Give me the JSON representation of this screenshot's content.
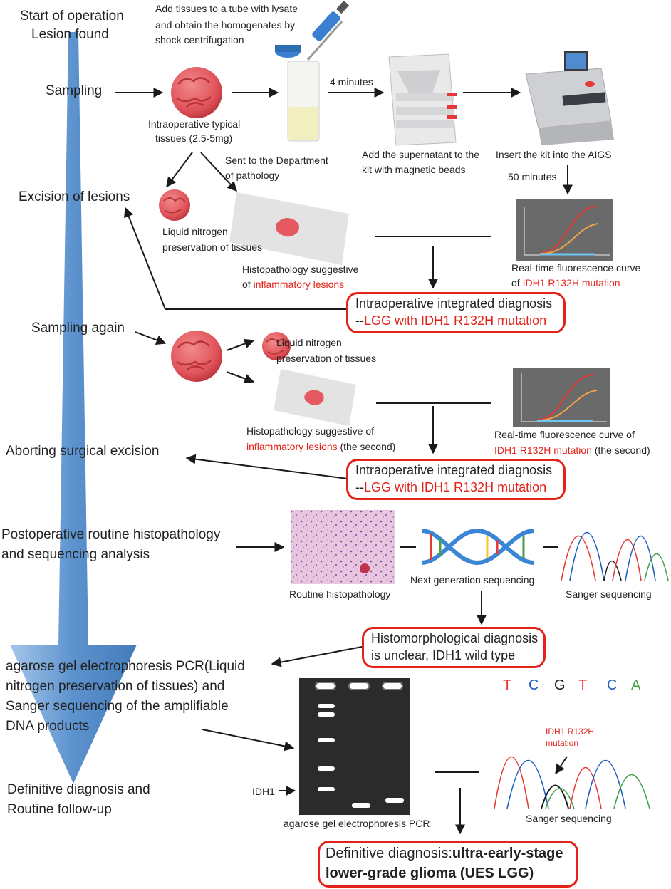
{
  "stages": {
    "start": "Start of operation",
    "lesion": "Lesion found",
    "sampling": "Sampling",
    "excision": "Excision of lesions",
    "sampling_again": "Sampling again",
    "aborting": "Aborting surgical excision",
    "postop_line1": "Postoperative routine histopathology",
    "postop_line2": "and sequencing analysis",
    "agarose_line1": "agarose gel electrophoresis PCR(Liquid",
    "agarose_line2": "nitrogen preservation of tissues) and",
    "agarose_line3": "Sanger sequencing of the amplifiable",
    "agarose_line4": "DNA products",
    "definitive_line1": "Definitive diagnosis and",
    "definitive_line2": "Routine follow-up"
  },
  "steps": {
    "add_tissues_line1": "Add tissues to a tube with lysate",
    "add_tissues_line2": "and obtain the homogenates by",
    "add_tissues_line3": "shock centrifugation",
    "four_minutes": "4 minutes",
    "tissue_line1": "Intraoperative typical",
    "tissue_line2": "tissues (2.5-5mg)",
    "sent_line1": "Sent to the Department",
    "sent_line2": "of pathology",
    "supernatant_line1": "Add the supernatant to the",
    "supernatant_line2": "kit with magnetic beads",
    "insert_kit": "Insert the kit into the AIGS",
    "fifty_minutes": "50 minutes",
    "ln_line1": "Liquid nitrogen",
    "ln_line2": "preservation of tissues",
    "histo1_line1": "Histopathology suggestive",
    "histo1_prefix": "of ",
    "histo1_red": "inflammatory lesions",
    "curve1_line1": "Real-time fluorescence curve",
    "curve1_prefix": "of ",
    "curve1_red": "IDH1 R132H mutation",
    "ln2_line1": "Liquid nitrogen",
    "ln2_line2": "preservation of tissues",
    "histo2_line1": "Histopathology suggestive of",
    "histo2_red": "inflammatory lesions",
    "histo2_suffix": " (the second)",
    "curve2_line1": "Real-time fluorescence curve of",
    "curve2_red": "IDH1 R132H mutation",
    "curve2_suffix": " (the second)",
    "routine_histo": "Routine histopathology",
    "ngs": "Next generation sequencing",
    "sanger1": "Sanger sequencing",
    "idh1": "IDH1",
    "gel_caption": "agarose gel electrophoresis PCR",
    "sanger2": "Sanger sequencing",
    "mutation_line1": "IDH1 R132H",
    "mutation_line2": "mutation"
  },
  "bases": [
    "T",
    "C",
    "G",
    "T",
    "C",
    "A"
  ],
  "diagnoses": {
    "d1_line1": "Intraoperative integrated diagnosis",
    "d1_prefix": "--",
    "d1_red": "LGG with IDH1 R132H mutation",
    "d2_line1": "Intraoperative integrated diagnosis",
    "d2_prefix": "--",
    "d2_red": "LGG with IDH1 R132H mutation",
    "d3_line1": "Histomorphological diagnosis",
    "d3_line2": "is unclear, IDH1 wild type",
    "final_prefix": "Definitive diagnosis:",
    "final_bold1": "ultra-early-stage",
    "final_bold2": "lower-grade glioma (UES LGG)"
  },
  "colors": {
    "accent_red": "#e32219",
    "timeline_blue": "#4a86c8",
    "tissue_red": "#e0545a",
    "gel_dark": "#2b2b2b"
  }
}
